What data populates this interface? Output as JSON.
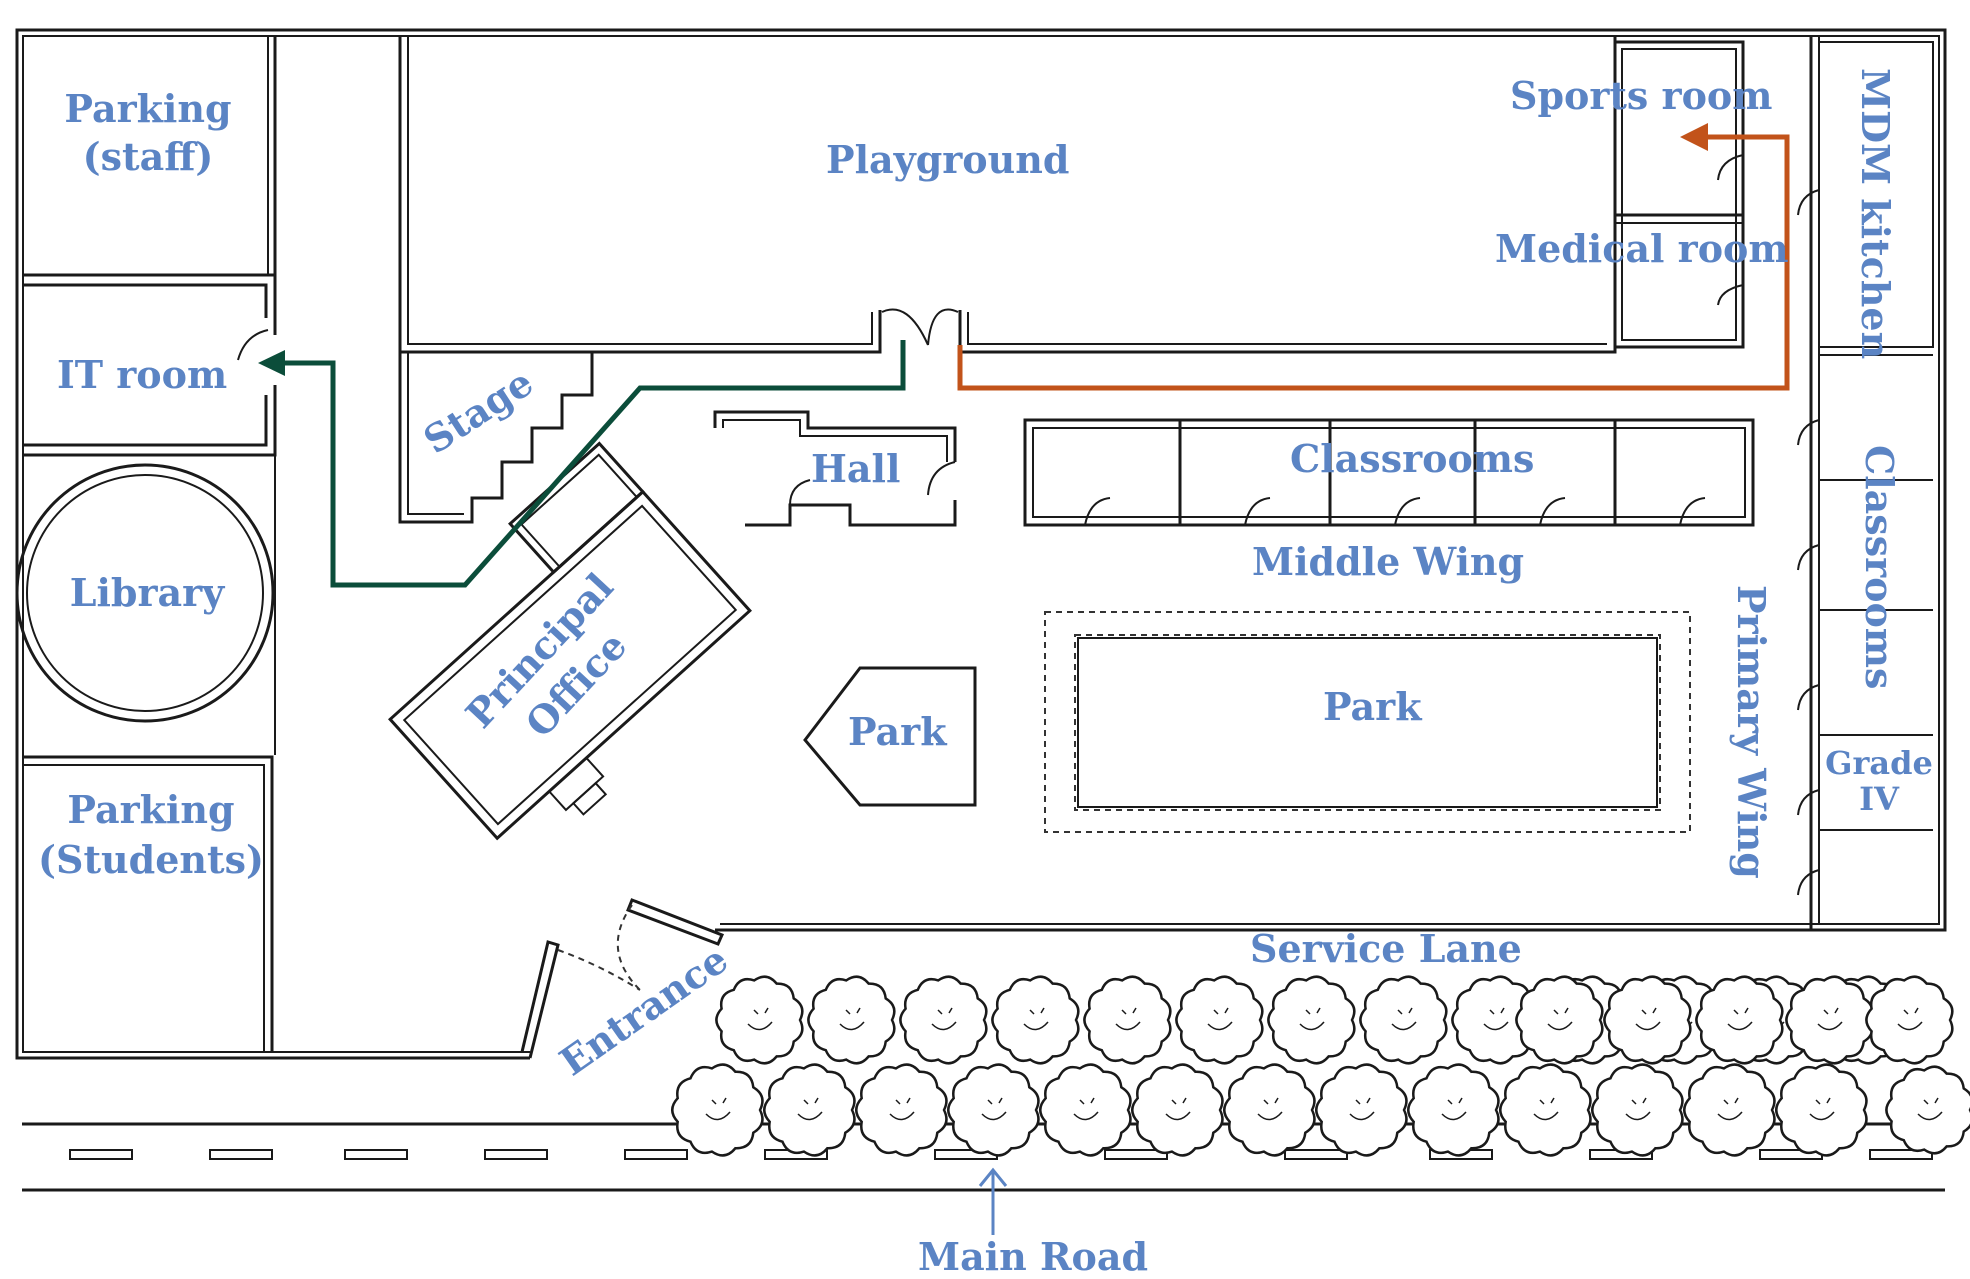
{
  "labels": {
    "parking_staff": [
      "Parking",
      "(staff)"
    ],
    "it_room": "IT room",
    "library": "Library",
    "parking_students": [
      "Parking",
      "(Students)"
    ],
    "playground": "Playground",
    "sports_room": "Sports room",
    "medical_room": "Medical room",
    "mdm_kitchen": "MDM kitchen",
    "stage": "Stage",
    "hall": "Hall",
    "classrooms_middle": "Classrooms",
    "middle_wing": "Middle Wing",
    "principal_office": [
      "Principal",
      "Office"
    ],
    "park_small": "Park",
    "park_large": "Park",
    "classrooms_primary": "Classrooms",
    "primary_wing": "Primary Wing",
    "grade_iv": [
      "Grade",
      "IV"
    ],
    "service_lane": "Service Lane",
    "entrance": "Entrance",
    "main_road": "Main Road"
  },
  "routes": [
    {
      "name": "route-to-it-room",
      "color": "#0b4d3a"
    },
    {
      "name": "route-to-sports-room",
      "color": "#c2531a"
    }
  ],
  "colors": {
    "label": "#5b84c4",
    "wall": "#1a1a1a"
  },
  "icons": [
    "tree-icon",
    "arrow-icon"
  ]
}
